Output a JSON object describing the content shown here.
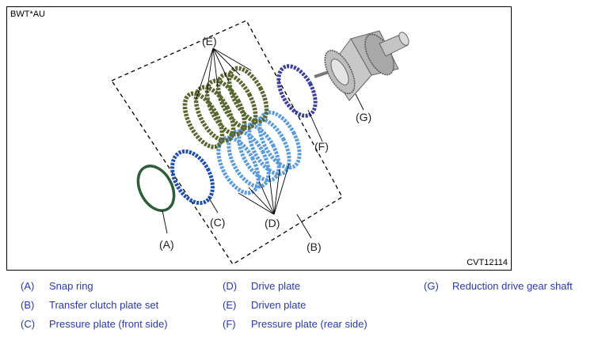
{
  "figure": {
    "code_top": "BWT*AU",
    "code_bottom": "CVT12114",
    "callouts": {
      "a": "(A)",
      "b": "(B)",
      "c": "(C)",
      "d": "(D)",
      "e": "(E)",
      "f": "(F)",
      "g": "(G)"
    }
  },
  "legend": [
    {
      "letter": "(A)",
      "label": "Snap ring"
    },
    {
      "letter": "(B)",
      "label": "Transfer clutch plate set"
    },
    {
      "letter": "(C)",
      "label": "Pressure plate (front side)"
    },
    {
      "letter": "(D)",
      "label": "Drive plate"
    },
    {
      "letter": "(E)",
      "label": "Driven plate"
    },
    {
      "letter": "(F)",
      "label": "Pressure plate (rear side)"
    },
    {
      "letter": "(G)",
      "label": "Reduction drive gear shaft"
    }
  ],
  "colors": {
    "legend_text": "#2a3aa8",
    "snap_ring": "#2e5d3a",
    "pressure_plate_front": "#1f4fa8",
    "drive_plate": "#5b9bd9",
    "driven_plate": "#5a6630",
    "pressure_plate_rear": "#3b3f96",
    "gear_shaft": "#9a9a9a"
  }
}
